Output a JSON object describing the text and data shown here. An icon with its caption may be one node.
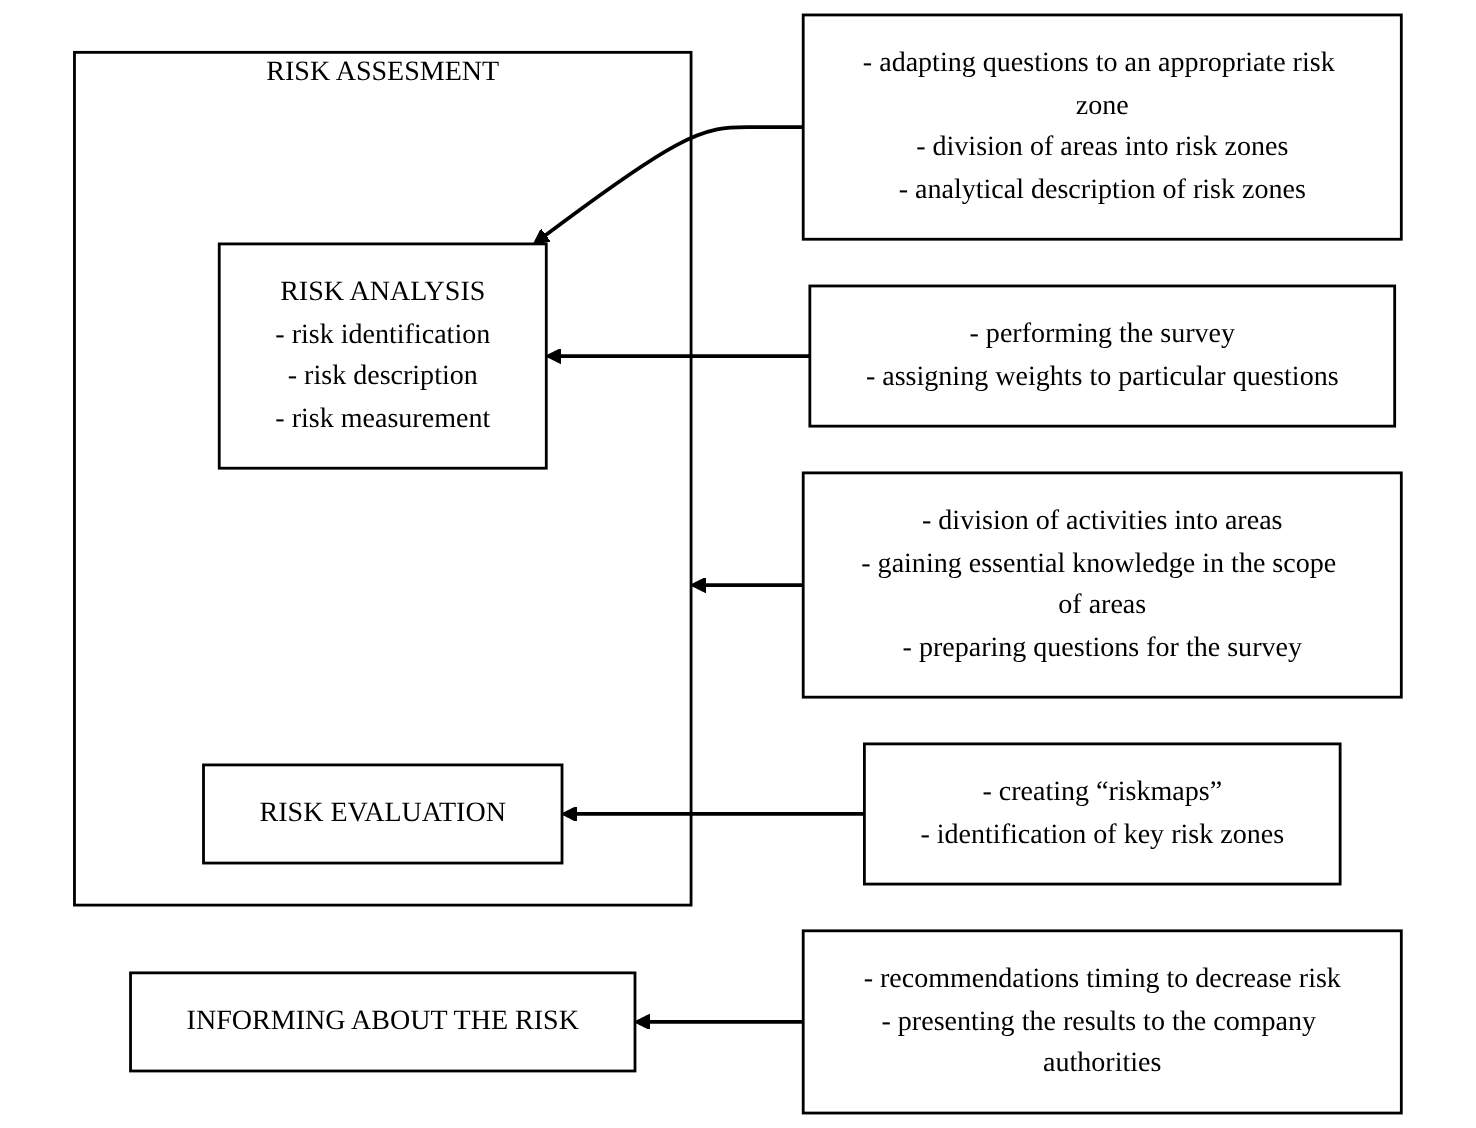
{
  "diagram": {
    "nodes": [
      {
        "text": [
          "RISK ASSESMENT"
        ]
      },
      {
        "text": [
          "RISK ANALYSIS",
          "- risk identification",
          "- risk description",
          "- risk measurement"
        ],
        "in": 0
      },
      {
        "text": [
          "RISK EVALUATION"
        ],
        "in": 0
      },
      {
        "text": [
          "INFORMING ABOUT THE RISK"
        ]
      },
      {
        "text": [
          "- division of activities into areas",
          "- gaining essential knowledge in the scope of areas",
          "- preparing questions for the survey"
        ]
      },
      {
        "text": [
          "- adapting questions to an appropriate risk zone",
          "- division of areas into risk zones",
          "- analytical description of risk zones"
        ]
      },
      {
        "text": [
          "- performing the survey",
          "- assigning weights to particular questions"
        ]
      },
      {
        "text": [
          "- creating “riskmaps”",
          "- identification of key risk zones"
        ]
      },
      {
        "text": [
          "- recommendations timing to decrease risk",
          "- presenting the results to the company authorities"
        ]
      }
    ],
    "edges": [
      {
        "from": 4,
        "to": 0,
        "arrow": "to"
      },
      {
        "from": 5,
        "to": 1,
        "arrow": "to"
      },
      {
        "from": 6,
        "to": 1,
        "arrow": "to"
      },
      {
        "from": 7,
        "to": 2,
        "arrow": "to"
      },
      {
        "from": 8,
        "to": 3,
        "arrow": "to"
      }
    ]
  }
}
